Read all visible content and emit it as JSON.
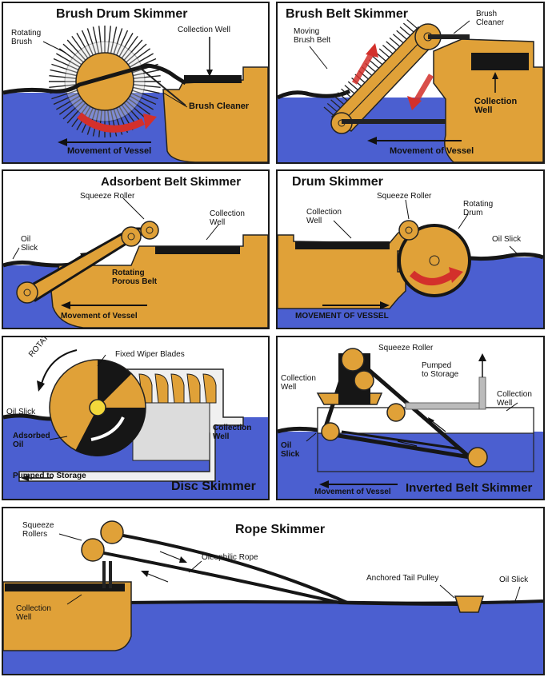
{
  "colors": {
    "water": "#4b5fd0",
    "machine": "#e0a138",
    "oil": "#161616",
    "arrow_red": "#d3302b",
    "frame": "#1a1a1a"
  },
  "panels": {
    "brush_drum": {
      "title": "Brush Drum Skimmer",
      "labels": {
        "rotating_brush": "Rotating\nBrush",
        "collection_well": "Collection Well",
        "brush_cleaner": "Brush Cleaner",
        "movement": "Movement of  Vessel"
      }
    },
    "brush_belt": {
      "title": "Brush Belt Skimmer",
      "labels": {
        "moving_brush_belt": "Moving\nBrush Belt",
        "brush_cleaner": "Brush\nCleaner",
        "collection_well": "Collection\nWell",
        "movement": "Movement of Vessel"
      }
    },
    "adsorbent_belt": {
      "title": "Adsorbent Belt Skimmer",
      "labels": {
        "squeeze_roller": "Squeeze Roller",
        "collection_well": "Collection\nWell",
        "oil_slick": "Oil\nSlick",
        "rotating_porous_belt": "Rotating\nPorous Belt",
        "movement": "Movement of Vessel"
      }
    },
    "drum": {
      "title": "Drum Skimmer",
      "labels": {
        "squeeze_roller": "Squeeze Roller",
        "collection_well": "Collection\nWell",
        "rotating_drum": "Rotating\nDrum",
        "oil_slick": "Oil Slick",
        "movement": "MOVEMENT OF VESSEL"
      }
    },
    "disc": {
      "title": "Disc Skimmer",
      "labels": {
        "rotating_discs": "ROTATING DISCS",
        "fixed_wiper_blades": "Fixed Wiper Blades",
        "oil_slick": "Oil Slick",
        "adsorbed_oil": "Adsorbed\nOil",
        "collection_well": "Collection\nWell",
        "pumped": "Pumped to Storage"
      }
    },
    "inverted_belt": {
      "title": "Inverted Belt Skimmer",
      "labels": {
        "squeeze_roller": "Squeeze Roller",
        "collection_well_left": "Collection\nWell",
        "pumped": "Pumped\nto Storage",
        "collection_well_right": "Collection\nWell",
        "oil_slick": "Oil\nSlick",
        "movement": "Movement of Vessel"
      }
    },
    "rope": {
      "title": "Rope Skimmer",
      "labels": {
        "squeeze_rollers": "Squeeze\nRollers",
        "oleophilic_rope": "Oleophilic Rope",
        "anchored_tail_pulley": "Anchored Tail Pulley",
        "oil_slick": "Oil Slick",
        "collection_well": "Collection\nWell"
      }
    }
  }
}
